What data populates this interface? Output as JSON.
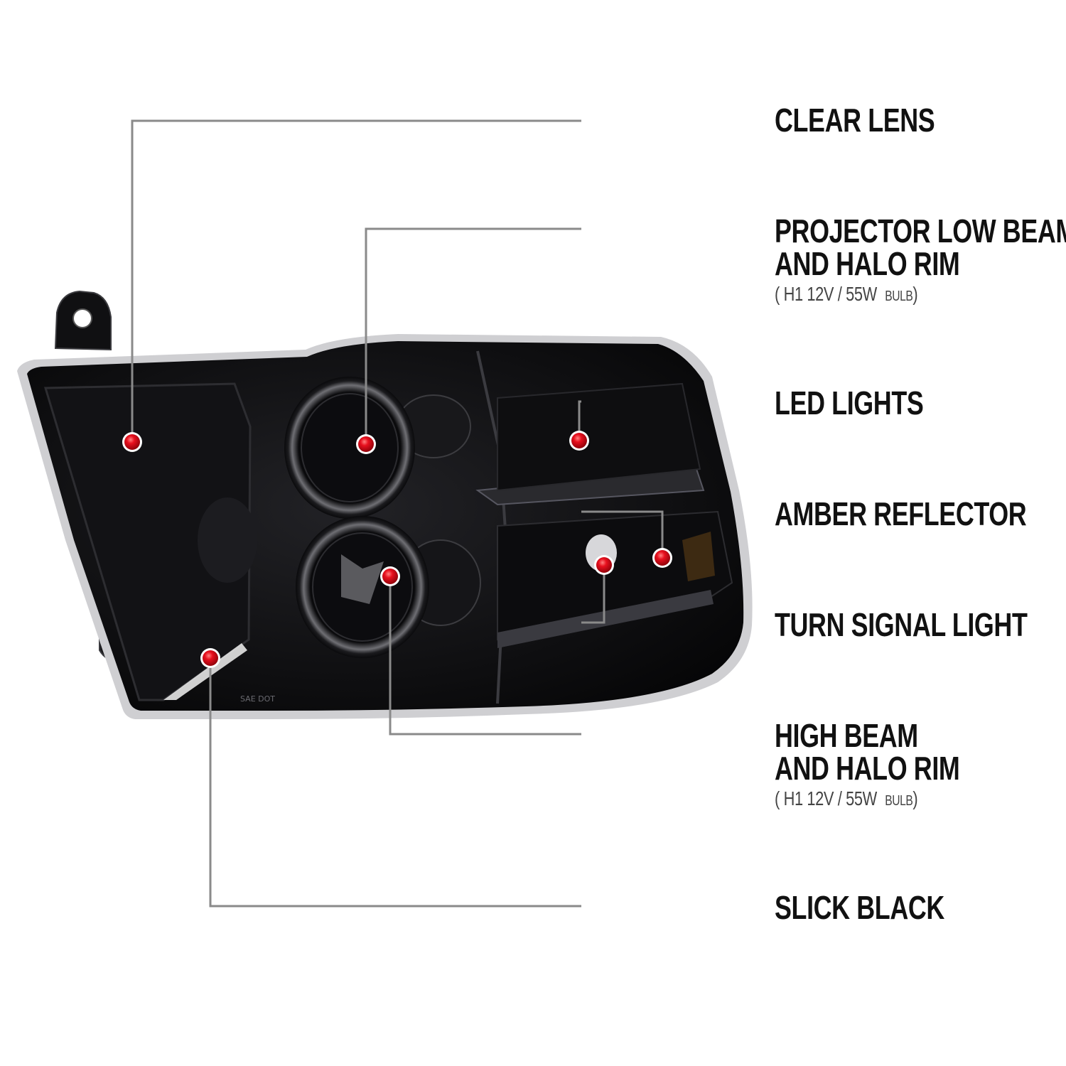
{
  "callouts": [
    {
      "id": "clear-lens",
      "lines": [
        "CLEAR LENS"
      ]
    },
    {
      "id": "projector-low-beam",
      "lines": [
        "PROJECTOR LOW BEAM",
        "AND HALO RIM"
      ],
      "spec": {
        "open": "(",
        "main": "H1  12V / 55W",
        "small": "BULB",
        "close": ")"
      }
    },
    {
      "id": "led-lights",
      "lines": [
        "LED LIGHTS"
      ]
    },
    {
      "id": "amber-reflector",
      "lines": [
        "AMBER REFLECTOR"
      ]
    },
    {
      "id": "turn-signal-light",
      "lines": [
        "TURN SIGNAL LIGHT"
      ]
    },
    {
      "id": "high-beam",
      "lines": [
        "HIGH BEAM",
        "AND HALO RIM"
      ],
      "spec": {
        "open": "(",
        "main": "H1  12V / 55W",
        "small": "BULB",
        "close": ")"
      }
    },
    {
      "id": "slick-black",
      "lines": [
        "SLICK BLACK"
      ]
    }
  ],
  "colors": {
    "leader_line": "#8a8a8a",
    "leader_accent": "#c8161d",
    "dot": "#e0101e",
    "housing": "#0b0b0d",
    "chrome_trim": "#d9d9d9"
  },
  "lens_markings": "SAE DOT"
}
